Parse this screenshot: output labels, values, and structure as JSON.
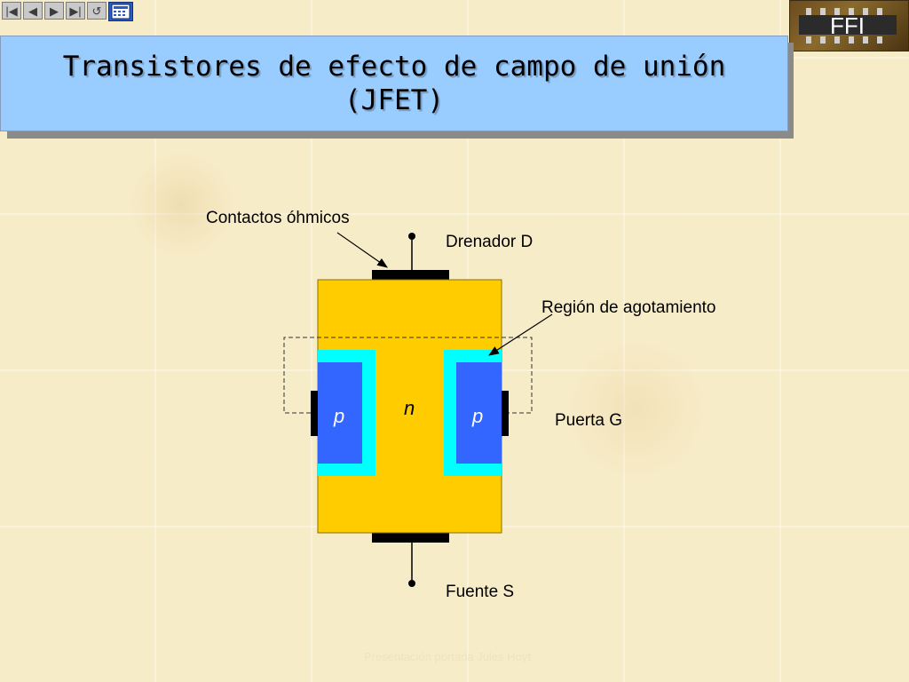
{
  "navigation": {
    "buttons": [
      {
        "name": "first-slide-button",
        "glyph": "|◀"
      },
      {
        "name": "previous-slide-button",
        "glyph": "◀"
      },
      {
        "name": "next-slide-button",
        "glyph": "▶"
      },
      {
        "name": "last-slide-button",
        "glyph": "▶|"
      },
      {
        "name": "return-button",
        "glyph": "↺"
      }
    ],
    "calculator_icon": "calculator-icon"
  },
  "badge": {
    "text": "FFI"
  },
  "slide": {
    "title": "Transistores de efecto de campo de unión\n(JFET)"
  },
  "diagram": {
    "labels": {
      "ohmic_contacts": "Contactos óhmicos",
      "drain": "Drenador D",
      "depletion_region": "Región de agotamiento",
      "gate": "Puerta G",
      "source": "Fuente S",
      "n_region": "n",
      "p_left": "p",
      "p_right": "p"
    },
    "colors": {
      "channel": "#ffcc00",
      "depletion": "#00ffff",
      "p_region": "#3366ff",
      "contact": "#000000"
    }
  },
  "footer": {
    "text": "Presentación portada Jules Hoyt"
  }
}
